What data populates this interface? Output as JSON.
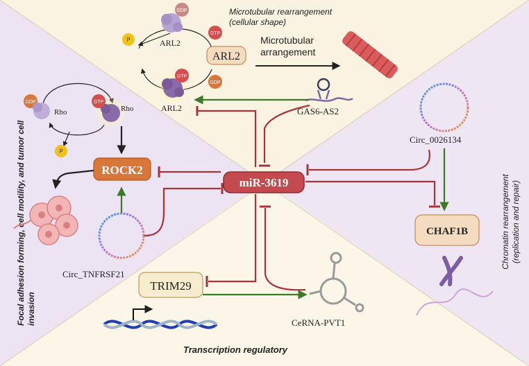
{
  "top": {
    "title_line1": "Microtubular rearrangement",
    "title_line2": "(cellular shape)",
    "gdp": "GDP",
    "gtp": "GTP",
    "p": "P",
    "arl2": "ARL2",
    "arl2_box": "ARL2",
    "arrangement_line1": "Microtubular",
    "arrangement_line2": "arrangement",
    "gas6": "GAS6-AS2"
  },
  "left": {
    "side_line1": "Focal adhesion forming, cell motility, and tumor cell",
    "side_line2": "invasion",
    "rho": "Rho",
    "gdp": "GDP",
    "gtp": "GTP",
    "p": "P",
    "rock2": "ROCK2",
    "circ": "Circ_TNFRSF21"
  },
  "center": {
    "mir": "miR-3619"
  },
  "right": {
    "side_line1": "Chromatin rearrangement",
    "side_line2": "(replication and repair)",
    "circ": "Circ_0026134",
    "chaf": "CHAF1B"
  },
  "bottom": {
    "trim": "TRIM29",
    "cerna": "CeRNA-PVT1",
    "caption": "Transcription regulatory"
  },
  "colors": {
    "top_bg": "#fbf3e1",
    "left_bg": "#ece4f3",
    "right_bg": "#efe6f4",
    "bottom_bg": "#fcf6e8",
    "inhibit": "#a8343a",
    "activate": "#3c7a2a",
    "mir_fill": "#c44a4f",
    "rock_fill": "#d9763a",
    "box_fill": "#f4dcc0"
  }
}
